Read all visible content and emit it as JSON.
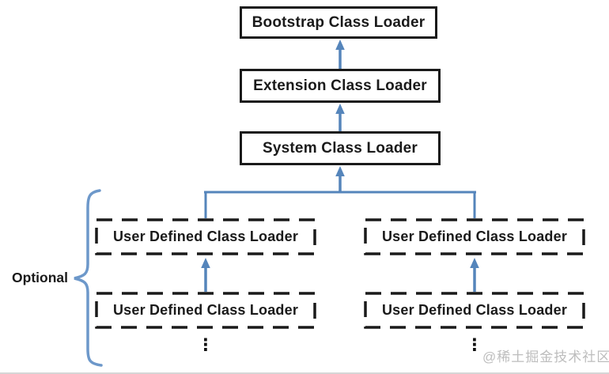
{
  "diagram": {
    "nodes": {
      "bootstrap": {
        "label": "Bootstrap Class Loader"
      },
      "extension": {
        "label": "Extension Class Loader"
      },
      "system": {
        "label": "System Class Loader"
      },
      "udcl_top_left": {
        "label": "User Defined Class Loader"
      },
      "udcl_top_right": {
        "label": "User Defined Class Loader"
      },
      "udcl_bottom_left": {
        "label": "User Defined Class Loader"
      },
      "udcl_bottom_right": {
        "label": "User Defined Class Loader"
      }
    },
    "edges": [
      {
        "from": "extension",
        "to": "bootstrap",
        "direction": "up"
      },
      {
        "from": "system",
        "to": "extension",
        "direction": "up"
      },
      {
        "from": "udcl_top_left",
        "to": "system",
        "direction": "up"
      },
      {
        "from": "udcl_top_right",
        "to": "system",
        "direction": "up"
      },
      {
        "from": "udcl_bottom_left",
        "to": "udcl_top_left",
        "direction": "up"
      },
      {
        "from": "udcl_bottom_right",
        "to": "udcl_top_right",
        "direction": "up"
      }
    ],
    "optional_label": "Optional",
    "ellipsis": "⋮",
    "colors": {
      "arrow": "#5585bb",
      "brace": "#6d98ca",
      "box_border": "#1a1a1a",
      "text": "#1a1a1a",
      "watermark": "#bdbdbd"
    }
  },
  "watermark": "@稀土掘金技术社区"
}
